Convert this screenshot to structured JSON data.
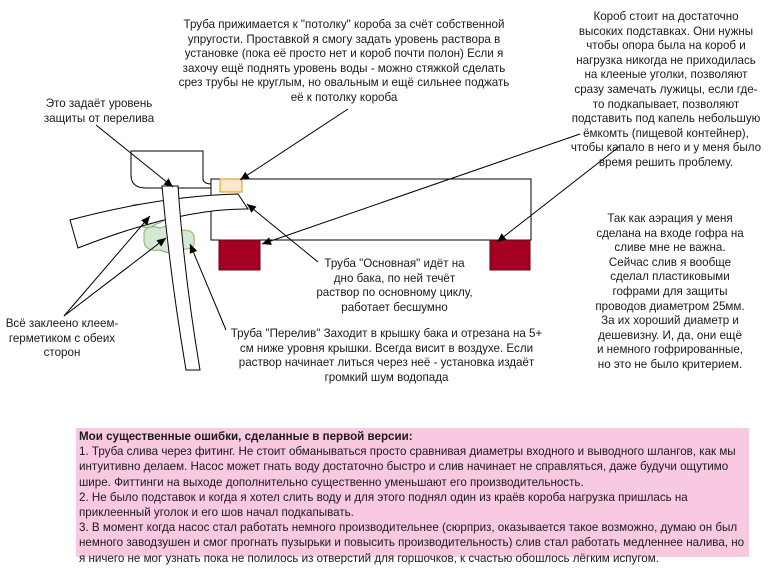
{
  "notes": {
    "top": "Труба прижимается к \"потолку\" короба за счёт собственной\nупругости. Проставкой я смогу задать уровень раствора в\nустановке (пока её просто нет и короб почти полон) Если я\nзахочу ещё поднять уровень воды - можно стяжкой сделать\nсрез трубы не круглым, но овальным и ещё сильнее поджать\nеё к потолку короба",
    "top_right": "Короб стоит на достаточно\nвысоких подставках. Они нужны\nчтобы опора была на короб и\nнагрузка никогда не приходилась\nна клееные уголки, позволяют\nсразу замечать лужицы, если где-\nто подкапывает, позволяют\nподставить под капель небольшую\nёмкомть (пищевой контейнер),\nчтобы капало в него и у меня было\nвремя решить проблему.",
    "level": "Это задаёт уровень\nзащиты от перелива",
    "right": "Так как аэрация у меня\nсделана на входе гофра на\nсливе мне не важна.\nСейчас слив я вообще\nсделал пластиковыми\nгофрами для защиты\nпроводов диаметром 25мм.\nЗа их хороший диаметр и\nдешевизну. И, да, они ещё\nи немного гофрированные,\nно это не было критерием.",
    "main_pipe": "Труба \"Основная\" идёт на\nдно бака, по ней течёт\nраствор по основному циклу,\nработает бесшумно",
    "sealed": "Всё заклеено клеем-\nгерметиком с обеих\nсторон",
    "overflow_pipe": "Труба \"Перелив\" Заходит в крышку бака и отрезана на 5+\nсм ниже уровня крышки. Всегда висит в воздухе. Если\nраствор начинает литься через неё - установка издаёт\nгромкий шум водопада"
  },
  "mistakes": {
    "title": "Мои существенные ошибки, сделанные в первой версии:",
    "items": [
      "1. Труба слива через фитинг. Не стоит обманываться просто сравнивая диаметры входного и выводного шлангов, как мы интуитивно делаем. Насос может гнать воду достаточно быстро и слив начинает не справляться, даже будучи ощутимо шире. Фиттинги на выходе дополнительно существенно уменьшают его производительность.",
      "2. Не было подставок и когда я хотел слить воду и для этого поднял  один из краёв короба нагрузка пришлась на приклеенный уголок и его шов начал подкапывать.",
      "3. В момент когда насос стал работать немного производительнее (сюрприз, оказывается такое возможно, думаю он был немного заводзушен и смог прогнать пузырьки и повысить производительность) слив стал работать медленнее налива, но я ничего не мог узнать пока не полилось из отверстий для горшочков, к счастью обошлось лёгким испугом."
    ]
  },
  "colors": {
    "stand": "#a50021",
    "spacer": "#ffe6cc",
    "spacer_stroke": "#d79b00",
    "sealant": "#d5e8d4",
    "sealant_stroke": "#82b366",
    "mistakes_bg": "#f8c9e0"
  }
}
